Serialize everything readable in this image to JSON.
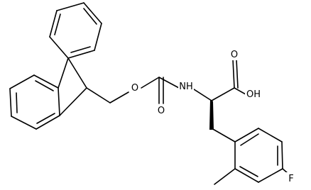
{
  "atoms": {
    "oxygen_ether": "O",
    "oxygen_carbonyl": "O",
    "nh": "NH",
    "oxygen_acid_carbonyl": "O",
    "oh": "OH",
    "fluorine": "F"
  },
  "colors": {
    "bond": "#000000",
    "background": "#ffffff"
  }
}
